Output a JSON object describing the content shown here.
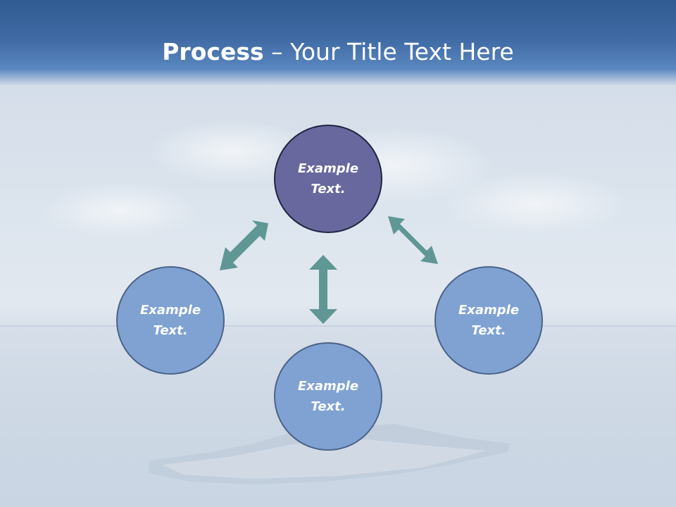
{
  "slide": {
    "title_bold": "Process",
    "title_rest": " – Your Title Text Here"
  },
  "nodes": {
    "top": "Example Text.",
    "left": "Example Text.",
    "right": "Example Text.",
    "bottom": "Example Text."
  },
  "colors": {
    "title_band": "#3f6aa3",
    "top_circle": "#68689f",
    "outer_circles": "#7fa2d3",
    "arrows": "#5f9795"
  }
}
